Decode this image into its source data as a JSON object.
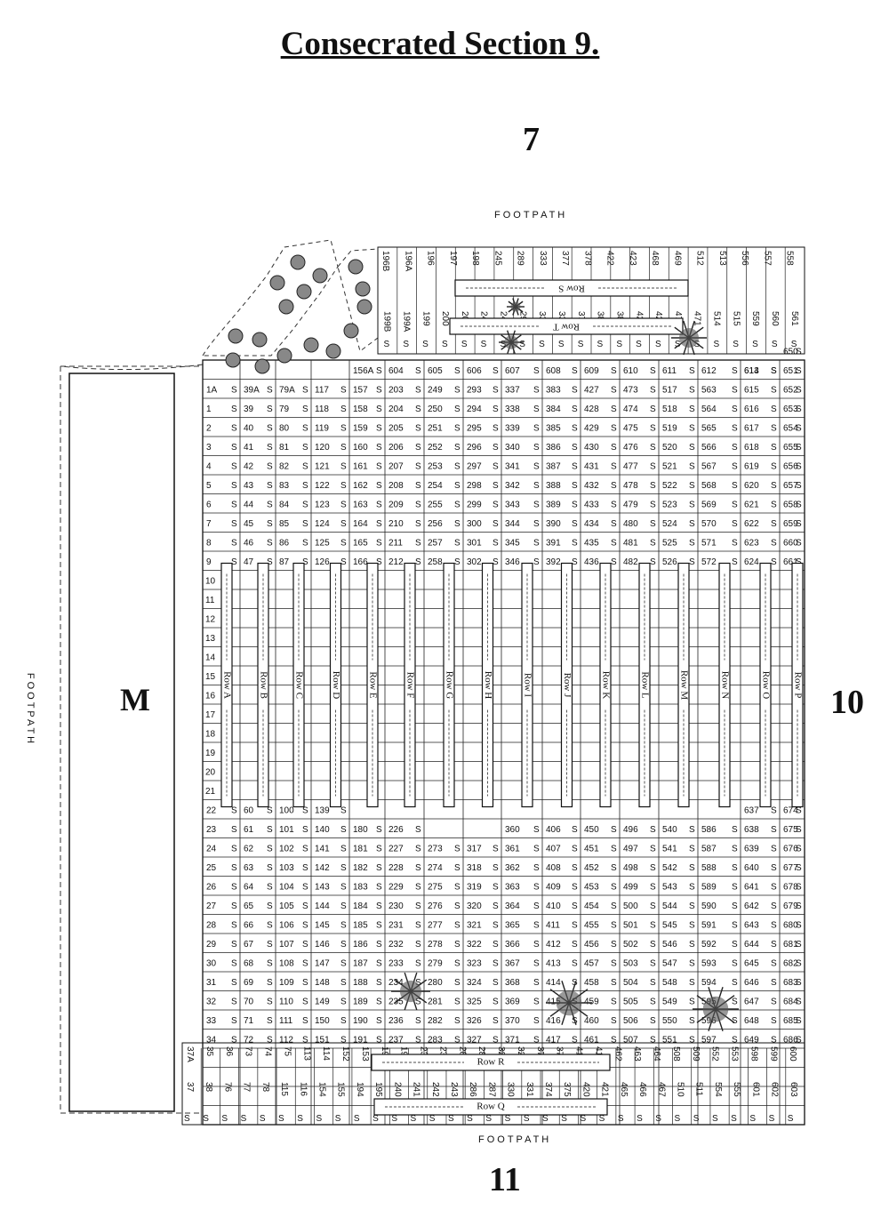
{
  "title": "Consecrated Section 9.",
  "sections": {
    "north": "7",
    "east": "10",
    "south": "11",
    "west": "M"
  },
  "footpaths": {
    "top": "FOOTPATH",
    "left": "FOOTPATH",
    "bottom": "FOOTPATH"
  },
  "row_labels": {
    "vertical": [
      "Row A",
      "Row B",
      "Row C",
      "Row D",
      "Row E",
      "Row F",
      "Row G",
      "Row H",
      "Row I",
      "Row J",
      "Row K",
      "Row L",
      "Row M",
      "Row N",
      "Row O",
      "Row P"
    ],
    "horizontal": [
      "Row S",
      "Row T",
      "Row R",
      "Row Q"
    ]
  },
  "plot_columns": [
    {
      "top": [
        "1A",
        "1",
        "2",
        "3",
        "4",
        "5",
        "6",
        "7",
        "8",
        "9"
      ],
      "bottom": [
        "22",
        "23",
        "24",
        "25",
        "26",
        "27",
        "28",
        "29",
        "30",
        "31",
        "32",
        "33",
        "34"
      ]
    },
    {
      "top": [
        "39A",
        "39",
        "40",
        "41",
        "42",
        "43",
        "44",
        "45",
        "46",
        "47"
      ],
      "bottom": [
        "60",
        "61",
        "62",
        "63",
        "64",
        "65",
        "66",
        "67",
        "68",
        "69",
        "70",
        "71",
        "72"
      ]
    },
    {
      "top": [
        "79A",
        "79",
        "80",
        "81",
        "82",
        "83",
        "84",
        "85",
        "86",
        "87"
      ],
      "bottom": [
        "100",
        "101",
        "102",
        "103",
        "104",
        "105",
        "106",
        "107",
        "108",
        "109",
        "110",
        "111",
        "112"
      ]
    },
    {
      "top": [
        "117",
        "118",
        "119",
        "120",
        "121",
        "122",
        "123",
        "124",
        "125",
        "126"
      ],
      "bottom": [
        "139",
        "140",
        "141",
        "142",
        "143",
        "144",
        "145",
        "146",
        "147",
        "148",
        "149",
        "150",
        "151"
      ]
    },
    {
      "top": [
        "157",
        "158",
        "159",
        "160",
        "161",
        "162",
        "163",
        "164",
        "165",
        "166"
      ],
      "bottom": [
        "180",
        "181",
        "182",
        "183",
        "184",
        "185",
        "186",
        "187",
        "188",
        "189",
        "190",
        "191"
      ]
    },
    {
      "top": [
        "203",
        "204",
        "205",
        "206",
        "207",
        "208",
        "209",
        "210",
        "211",
        "212"
      ],
      "bottom": [
        "226",
        "227",
        "228",
        "229",
        "230",
        "231",
        "232",
        "233",
        "234",
        "235",
        "236",
        "237"
      ]
    },
    {
      "top": [
        "249",
        "250",
        "251",
        "252",
        "253",
        "254",
        "255",
        "256",
        "257",
        "258"
      ],
      "bottom": [
        "273",
        "274",
        "275",
        "276",
        "277",
        "278",
        "279",
        "280",
        "281",
        "282",
        "283"
      ]
    },
    {
      "top": [
        "293",
        "294",
        "295",
        "296",
        "297",
        "298",
        "299",
        "300",
        "301",
        "302"
      ],
      "bottom": [
        "317",
        "318",
        "319",
        "320",
        "321",
        "322",
        "323",
        "324",
        "325",
        "326",
        "327"
      ]
    },
    {
      "top": [
        "337",
        "338",
        "339",
        "340",
        "341",
        "342",
        "343",
        "344",
        "345",
        "346"
      ],
      "bottom": [
        "360",
        "361",
        "362",
        "363",
        "364",
        "365",
        "366",
        "367",
        "368",
        "369",
        "370",
        "371"
      ]
    },
    {
      "top": [
        "383",
        "384",
        "385",
        "386",
        "387",
        "388",
        "389",
        "390",
        "391",
        "392"
      ],
      "bottom": [
        "406",
        "407",
        "408",
        "409",
        "410",
        "411",
        "412",
        "413",
        "414",
        "415",
        "416",
        "417"
      ]
    },
    {
      "top": [
        "427",
        "428",
        "429",
        "430",
        "431",
        "432",
        "433",
        "434",
        "435",
        "436"
      ],
      "bottom": [
        "450",
        "451",
        "452",
        "453",
        "454",
        "455",
        "456",
        "457",
        "458",
        "459",
        "460",
        "461"
      ]
    },
    {
      "top": [
        "473",
        "474",
        "475",
        "476",
        "477",
        "478",
        "479",
        "480",
        "481",
        "482"
      ],
      "bottom": [
        "496",
        "497",
        "498",
        "499",
        "500",
        "501",
        "502",
        "503",
        "504",
        "505",
        "506",
        "507"
      ]
    },
    {
      "top": [
        "517",
        "518",
        "519",
        "520",
        "521",
        "522",
        "523",
        "524",
        "525",
        "526"
      ],
      "bottom": [
        "540",
        "541",
        "542",
        "543",
        "544",
        "545",
        "546",
        "547",
        "548",
        "549",
        "550",
        "551"
      ]
    },
    {
      "top": [
        "563",
        "564",
        "565",
        "566",
        "567",
        "568",
        "569",
        "570",
        "571",
        "572"
      ],
      "bottom": [
        "586",
        "587",
        "588",
        "589",
        "590",
        "591",
        "592",
        "593",
        "594",
        "595",
        "596",
        "597"
      ]
    },
    {
      "top": [
        "614",
        "615",
        "616",
        "617",
        "618",
        "619",
        "620",
        "621",
        "622",
        "623",
        "624"
      ],
      "bottom": [
        "637",
        "638",
        "639",
        "640",
        "641",
        "642",
        "643",
        "644",
        "645",
        "646",
        "647",
        "648",
        "649"
      ]
    },
    {
      "top": [
        "650",
        "651",
        "652",
        "653",
        "654",
        "655",
        "656",
        "657",
        "658",
        "659",
        "660",
        "661"
      ],
      "bottom": [
        "674",
        "675",
        "676",
        "677",
        "678",
        "679",
        "680",
        "681",
        "682",
        "683",
        "684",
        "685",
        "686"
      ]
    }
  ],
  "extra_top_row": [
    "156A",
    "604",
    "605",
    "606",
    "607",
    "608",
    "609",
    "610",
    "611",
    "612",
    "613"
  ],
  "top_strip": [
    "196B",
    "196A",
    "196",
    "197",
    "198",
    "245",
    "289",
    "333",
    "377",
    "378",
    "422",
    "423",
    "468",
    "469",
    "512",
    "513",
    "556",
    "557",
    "558"
  ],
  "top_strip_lower": [
    "199B",
    "199A",
    "199",
    "200",
    "201",
    "246",
    "247",
    "290",
    "334",
    "335",
    "379",
    "380",
    "381",
    "424",
    "425",
    "470",
    "471",
    "514",
    "515",
    "559",
    "560",
    "561"
  ],
  "bottom_strip": [
    "37A",
    "35",
    "36",
    "73",
    "74",
    "75",
    "113",
    "114",
    "152",
    "153",
    "192",
    "193",
    "238",
    "239",
    "284",
    "285",
    "328",
    "329",
    "372",
    "373",
    "418",
    "419",
    "462",
    "463",
    "464",
    "508",
    "509",
    "552",
    "553",
    "598",
    "599",
    "600"
  ],
  "bottom_strip_lower": [
    "37",
    "38",
    "76",
    "77",
    "78",
    "115",
    "116",
    "154",
    "155",
    "194",
    "195",
    "240",
    "241",
    "242",
    "243",
    "286",
    "287",
    "330",
    "331",
    "374",
    "375",
    "420",
    "421",
    "465",
    "466",
    "467",
    "510",
    "511",
    "554",
    "555",
    "601",
    "602",
    "603"
  ],
  "col_a_middle": [
    "10",
    "11",
    "12",
    "13",
    "14",
    "15",
    "16",
    "17",
    "18",
    "19",
    "20",
    "21"
  ],
  "s_marker": "S"
}
